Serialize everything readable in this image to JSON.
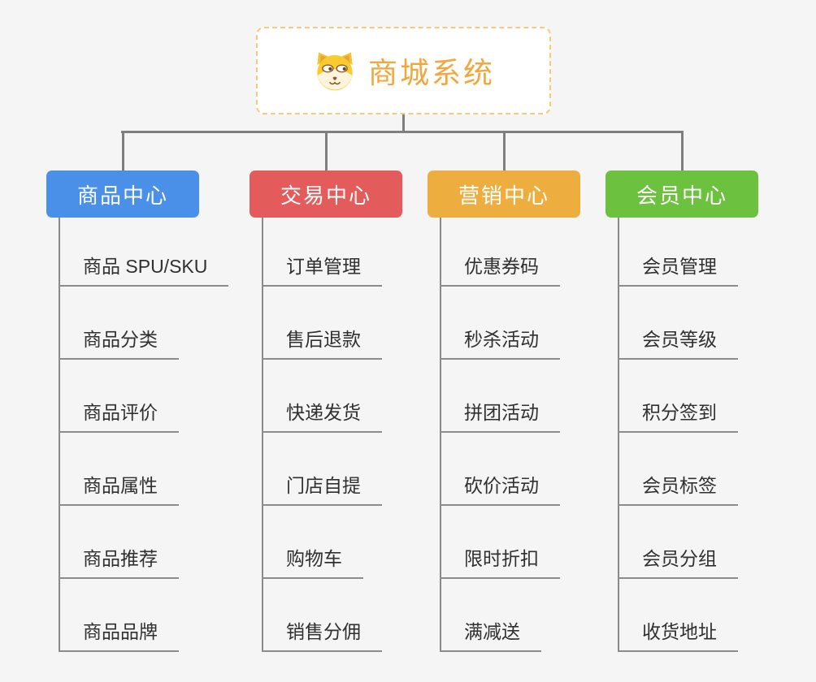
{
  "root": {
    "title": "商城系统",
    "icon": "dog-face-icon",
    "accent_color": "#f2a73c",
    "border_color": "#f7c97a"
  },
  "branches": [
    {
      "label": "商品中心",
      "color": "#4b90e8",
      "children": [
        "商品 SPU/SKU",
        "商品分类",
        "商品评价",
        "商品属性",
        "商品推荐",
        "商品品牌"
      ]
    },
    {
      "label": "交易中心",
      "color": "#e45b5b",
      "children": [
        "订单管理",
        "售后退款",
        "快递发货",
        "门店自提",
        "购物车",
        "销售分佣"
      ]
    },
    {
      "label": "营销中心",
      "color": "#edae3f",
      "children": [
        "优惠券码",
        "秒杀活动",
        "拼团活动",
        "砍价活动",
        "限时折扣",
        "满减送"
      ]
    },
    {
      "label": "会员中心",
      "color": "#6cc13f",
      "children": [
        "会员管理",
        "会员等级",
        "积分签到",
        "会员标签",
        "会员分组",
        "收货地址"
      ]
    }
  ],
  "connector_color": "#7f7f7f"
}
